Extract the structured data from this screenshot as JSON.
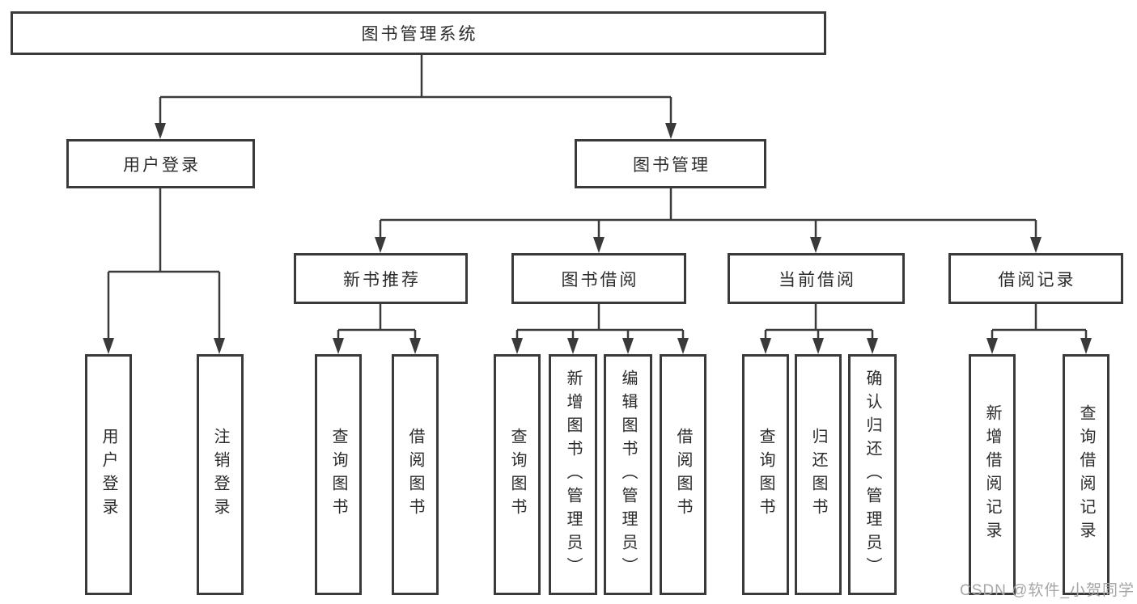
{
  "diagram": {
    "title": "图书管理系统",
    "level2": {
      "user_login": "用户登录",
      "book_management": "图书管理"
    },
    "level3": {
      "new_book_recommend": "新书推荐",
      "book_borrowing": "图书借阅",
      "current_borrowing": "当前借阅",
      "borrowing_records": "借阅记录"
    },
    "leaves": {
      "login": "用户登录",
      "logout": "注销登录",
      "recommend_query_books": "查询图书",
      "recommend_borrow_books": "借阅图书",
      "borrow_query_books": "查询图书",
      "borrow_add_books": "新增图书（管理员）",
      "borrow_edit_books": "编辑图书（管理员）",
      "borrow_borrow_books": "借阅图书",
      "current_query_books": "查询图书",
      "current_return_books": "归还图书",
      "current_confirm_return": "确认归还（管理员）",
      "records_add_record": "新增借阅记录",
      "records_query_record": "查询借阅记录"
    }
  },
  "watermark": "CSDN @软件_小贺同学",
  "colors": {
    "line": "#3a3a3a",
    "box_border": "#3a3a3a",
    "text": "#2b2b2b",
    "watermark": "#a6a6a6",
    "background": "#ffffff"
  }
}
